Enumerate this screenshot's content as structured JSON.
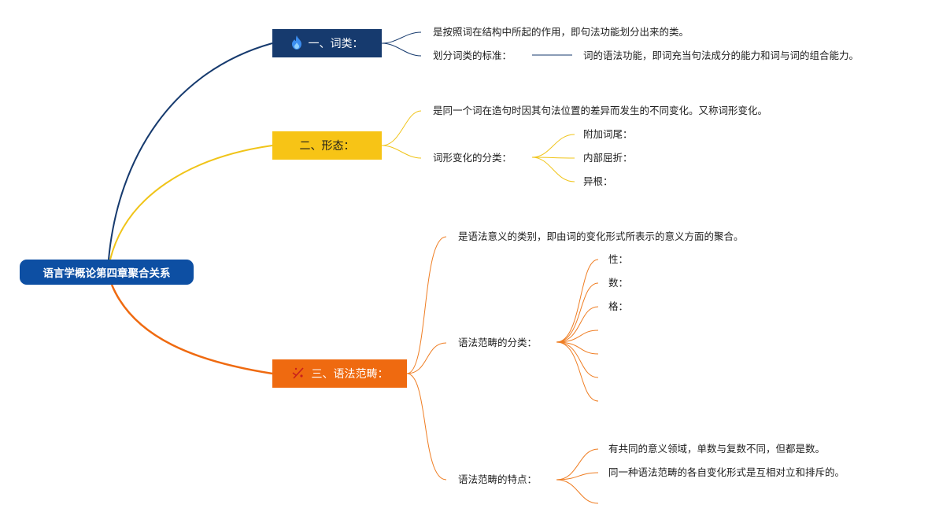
{
  "root": {
    "label": "语言学概论第四章聚合关系"
  },
  "topics": [
    {
      "label": "一、词类：",
      "icon": "fire-icon",
      "color": "#163a6e",
      "children": [
        {
          "label": "是按照词在结构中所起的作用，即句法功能划分出来的类。"
        },
        {
          "label": "划分词类的标准：",
          "children": [
            {
              "label": "词的语法功能，即词充当句法成分的能力和词与词的组合能力。"
            }
          ]
        }
      ]
    },
    {
      "label": "二、形态：",
      "color": "#f7c416",
      "children": [
        {
          "label": "是同一个词在造句时因其句法位置的差异而发生的不同变化。又称词形变化。"
        },
        {
          "label": "词形变化的分类：",
          "children": [
            {
              "label": "附加词尾："
            },
            {
              "label": "内部屈折："
            },
            {
              "label": "异根："
            }
          ]
        }
      ]
    },
    {
      "label": "三、语法范畴：",
      "icon": "sparkle-icon",
      "color": "#ef6a10",
      "children": [
        {
          "label": "是语法意义的类别，即由词的变化形式所表示的意义方面的聚合。"
        },
        {
          "label": "语法范畴的分类：",
          "children": [
            {
              "label": "性："
            },
            {
              "label": "数："
            },
            {
              "label": "格："
            },
            {
              "label": ""
            },
            {
              "label": ""
            },
            {
              "label": ""
            },
            {
              "label": ""
            }
          ]
        },
        {
          "label": "语法范畴的特点：",
          "children": [
            {
              "label": "有共同的意义领域，单数与复数不同，但都是数。"
            },
            {
              "label": "同一种语法范畴的各自变化形式是互相对立和排斥的。"
            },
            {
              "label": ""
            }
          ]
        }
      ]
    }
  ]
}
